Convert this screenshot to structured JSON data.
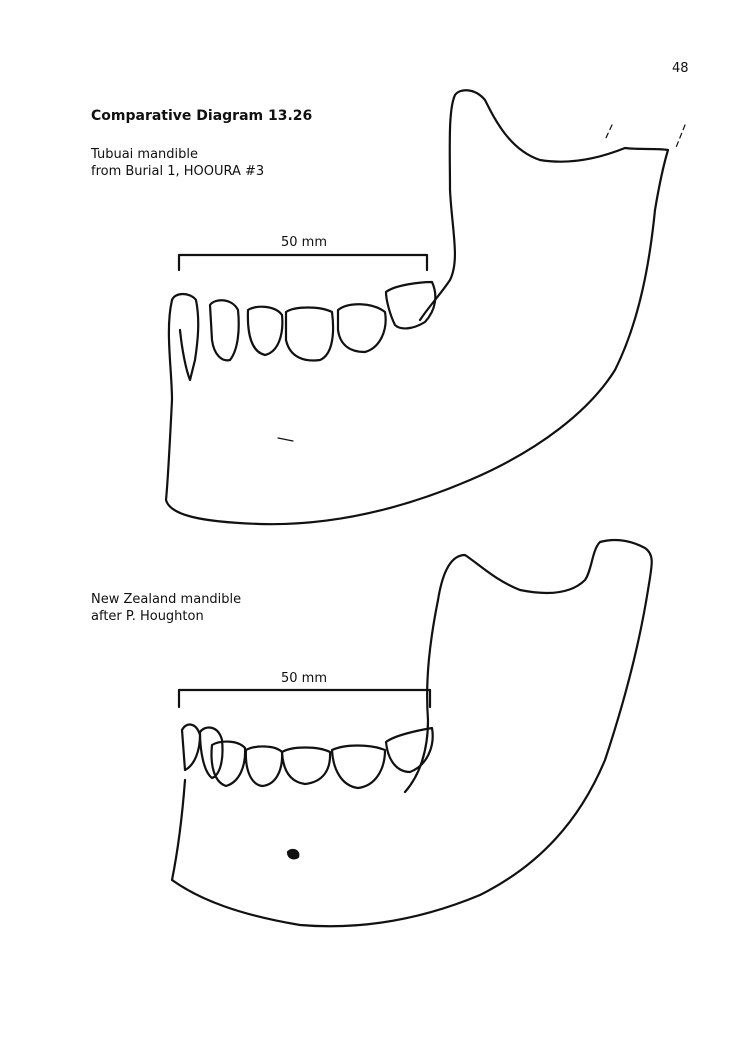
{
  "page_number": "48",
  "title": "Comparative Diagram 13.26",
  "figures": [
    {
      "caption_line1": "Tubuai mandible",
      "caption_line2": "from Burial 1, HOOURA #3",
      "scale_label": "50 mm"
    },
    {
      "caption_line1": "New Zealand mandible",
      "caption_line2": "after P. Houghton",
      "scale_label": "50 mm"
    }
  ]
}
